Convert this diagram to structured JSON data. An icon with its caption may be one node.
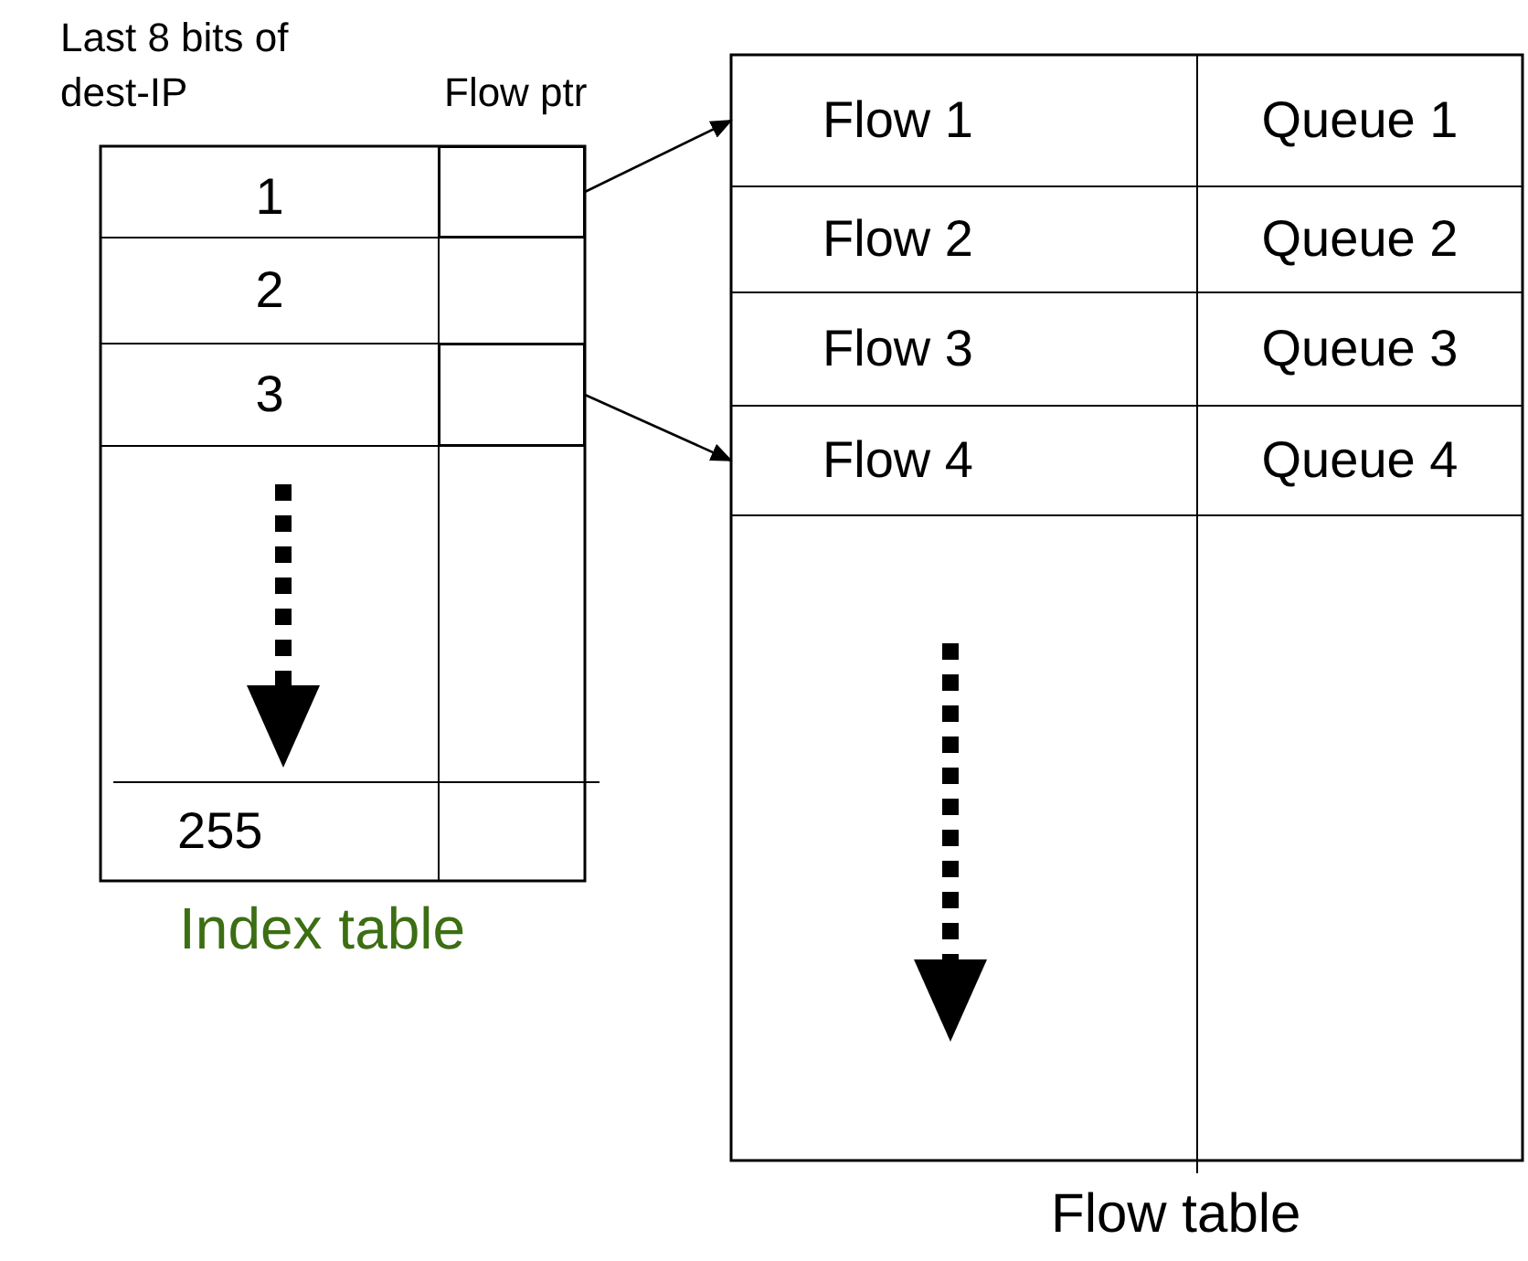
{
  "diagram": {
    "nodes": [
      {
        "text": [
          "Index table"
        ]
      },
      {
        "text": [
          "1"
        ],
        "in": 0
      },
      {
        "text": [],
        "shape": "box",
        "in": 0
      },
      {
        "text": [
          "2"
        ],
        "in": 0
      },
      {
        "text": [
          "3"
        ],
        "in": 0
      },
      {
        "text": [],
        "shape": "box",
        "in": 0
      },
      {
        "text": [
          "255"
        ],
        "in": 0
      },
      {
        "text": [
          "Flow table"
        ]
      },
      {
        "text": [
          "Flow 1"
        ],
        "in": 7
      },
      {
        "text": [
          "Queue 1"
        ],
        "in": 7
      },
      {
        "text": [
          "Flow 2"
        ],
        "in": 7
      },
      {
        "text": [
          "Queue 2"
        ],
        "in": 7
      },
      {
        "text": [
          "Flow 3"
        ],
        "in": 7
      },
      {
        "text": [
          "Queue 3"
        ],
        "in": 7
      },
      {
        "text": [
          "Flow 4"
        ],
        "in": 7
      },
      {
        "text": [
          "Queue 4"
        ],
        "in": 7
      }
    ],
    "edges": [
      {
        "from": 2,
        "to": 8,
        "arrow": "to"
      },
      {
        "from": 5,
        "to": 14,
        "arrow": "to"
      }
    ],
    "labels": [
      "Last 8 bits of dest-IP",
      "Flow ptr"
    ]
  }
}
